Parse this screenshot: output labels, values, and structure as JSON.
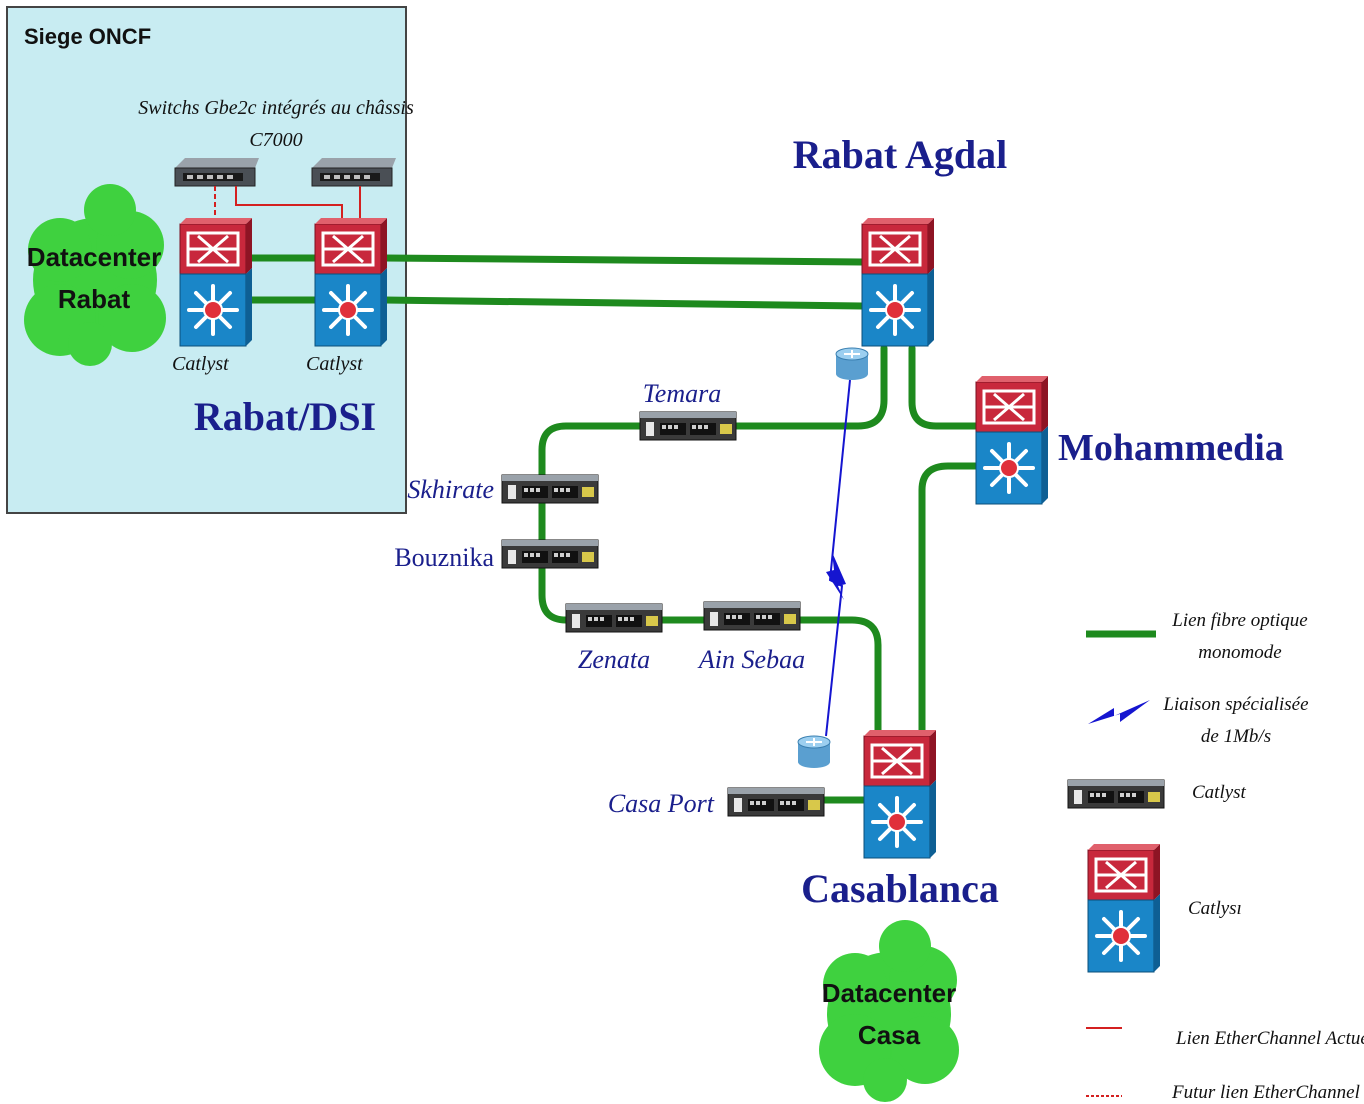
{
  "siege": {
    "title": "Siege ONCF"
  },
  "switches_caption": {
    "line1": "Switchs Gbe2c intégrés au châssis",
    "line2": "C7000"
  },
  "datacenter_rabat": {
    "line1": "Datacenter",
    "line2": "Rabat"
  },
  "datacenter_casa": {
    "line1": "Datacenter",
    "line2": "Casa"
  },
  "core_labels": {
    "left": "Catlyst",
    "right": "Catlyst"
  },
  "sites": {
    "rabat_dsi": "Rabat/DSI",
    "rabat_agdal": "Rabat Agdal",
    "mohammedia": "Mohammedia",
    "casablanca": "Casablanca",
    "temara": "Temara",
    "skhirate": "Skhirate",
    "bouznika": "Bouznika",
    "zenata": "Zenata",
    "ain_sebaa": "Ain Sebaa",
    "casa_port": "Casa Port"
  },
  "legend": {
    "fibre_line1": "Lien fibre optique",
    "fibre_line2": "monomode",
    "ls_line1": "Liaison spécialisée",
    "ls_line2": "de 1Mb/s",
    "catalyst_small": "Catlyst",
    "catalyst_big": "Catlysı",
    "etherchannel_actuel": "Lien EtherChannel Actuel",
    "etherchannel_futur": "Futur lien EtherChannel"
  },
  "colors": {
    "fibre": "#1e8a1e",
    "site_label": "#1a1f8c",
    "etherchannel": "#d42020",
    "siege_bg": "#c8ecf2",
    "cloud": "#3fd13f",
    "ls_link": "#1515d0"
  }
}
